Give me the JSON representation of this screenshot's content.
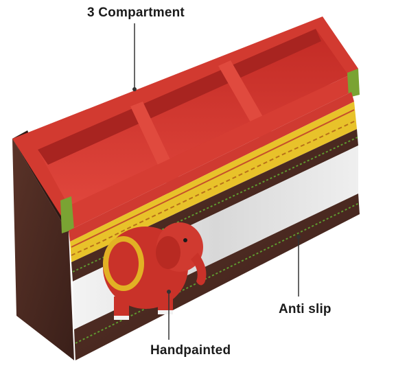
{
  "callouts": {
    "compartment": "3 Compartment",
    "anti_slip": "Anti slip",
    "handpainted": "Handpainted"
  },
  "colors": {
    "background": "#ffffff",
    "red_paint": "#d4362f",
    "dark_wood": "#4a2a22",
    "border_yellow": "#e8c22a",
    "border_green": "#6a9a2a",
    "mirror": "#e7e7e7",
    "callout_text": "#1a1a1a"
  }
}
